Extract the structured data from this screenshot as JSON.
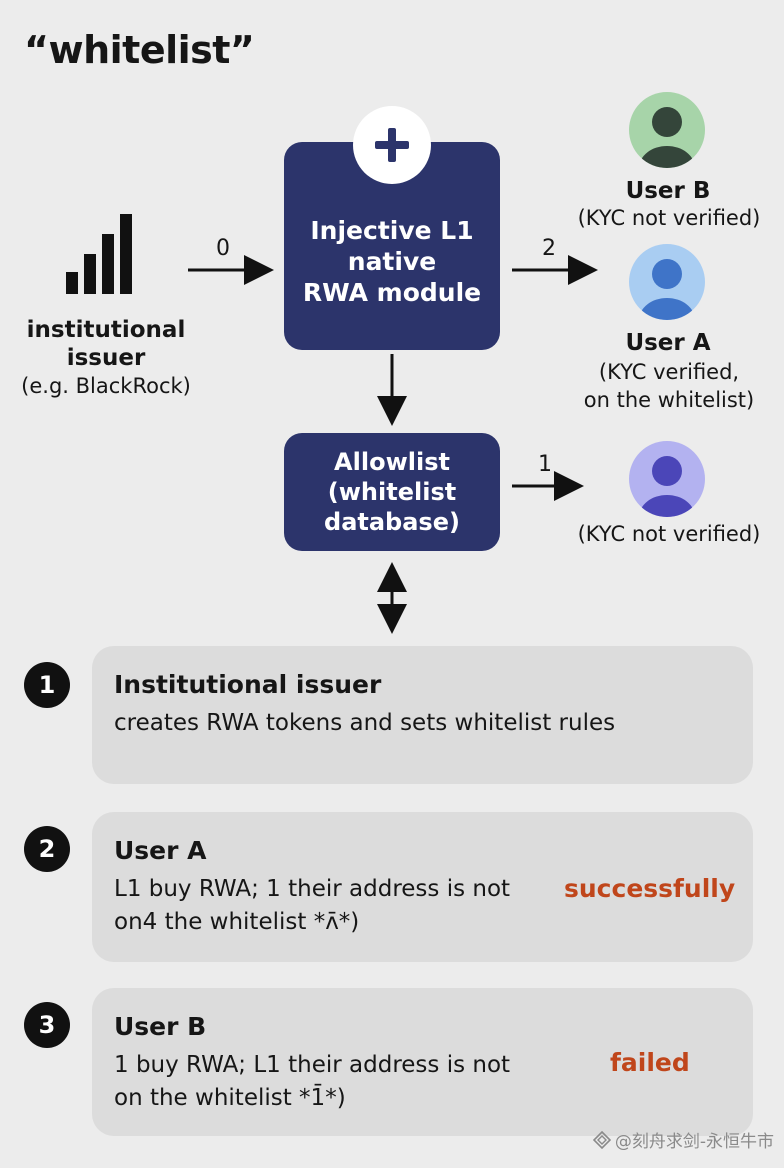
{
  "title": "“whitelist”",
  "issuer": {
    "line1": "institutional",
    "line2": "issuer",
    "line3": "(e.g. BlackRock)"
  },
  "module": {
    "line1": "Injective L1",
    "line2": "native",
    "line3": "RWA module"
  },
  "allowlist": {
    "line1": "Allowlist",
    "line2": "(whitelist",
    "line3": "database)"
  },
  "arrows": {
    "issuer_to_module": "0",
    "module_to_users": "2",
    "allowlist_to_user": "1"
  },
  "users": {
    "user_b": {
      "name": "User B",
      "status": "(KYC not verified)",
      "color": "#4f6b57"
    },
    "user_a": {
      "name": "User A",
      "status1": "(KYC verified,",
      "status2": "on the whitelist)",
      "color": "#4f82d4"
    },
    "user_c": {
      "status": "(KYC not verified)",
      "color": "#5a4fbf"
    }
  },
  "steps": [
    {
      "number": "1",
      "heading": "Institutional issuer",
      "line1": "creates RWA tokens and sets whitelist rules"
    },
    {
      "number": "2",
      "heading": "User A",
      "line1": "L1 buy RWA; 1 their address is not",
      "line2": "on4 the whitelist *ʌ̄*)",
      "result": "successfully"
    },
    {
      "number": "3",
      "heading": "User B",
      "line1": "1 buy RWA; L1 their address is not",
      "line2": "on the whitelist *1̄*)",
      "result": "failed"
    }
  ],
  "watermark": "@刻舟求剑-永恒牛市",
  "colors": {
    "node": "#2c346b",
    "result": "#c0461b",
    "background": "#ececec",
    "card": "#dcdcdc"
  }
}
